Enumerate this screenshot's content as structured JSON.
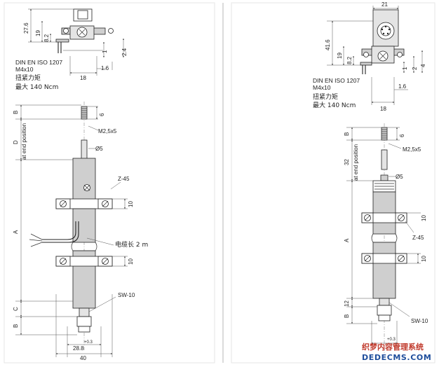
{
  "left_panel": {
    "top_dims": {
      "h1": "27.6",
      "h2": "19",
      "h3": "8.2",
      "h4": "1",
      "h5": "2.4",
      "w1": "18",
      "w2": "1.6"
    },
    "note": {
      "standard": "DIN EN ISO 1207",
      "screw": "M4x10",
      "torque_label": "扭紧力矩",
      "torque_value": "最大 140 Ncm"
    },
    "main_dims": {
      "B_top": "B",
      "D": "D",
      "at_end": "at end position",
      "A": "A",
      "C": "C",
      "B_bottom": "B",
      "tip_6": "6",
      "thread": "M2,5x5",
      "dia": "Ø5",
      "clamp": "Z-45",
      "ten1": "10",
      "ten2": "10",
      "cable": "电缆长 2 m",
      "wrench": "SW-10",
      "tol": "+0.3",
      "w_28": "28.8",
      "w_40": "40"
    }
  },
  "right_panel": {
    "top_dims": {
      "w21": "21",
      "h1": "41.6",
      "h2": "19",
      "h3": "8.2",
      "h4": "1",
      "h5": "2",
      "h6": "4",
      "w1": "18",
      "w2": "1.6"
    },
    "note": {
      "standard": "DIN EN ISO 1207",
      "screw": "M4x10",
      "torque_label": "扭紧力矩",
      "torque_value": "最大 140 Ncm"
    },
    "main_dims": {
      "B_top": "B",
      "d32": "32",
      "at_end": "at end position",
      "A": "A",
      "d12": "12",
      "B_bottom": "B",
      "tip_6": "6",
      "thread": "M2,5x5",
      "dia": "Ø5",
      "clamp": "Z-45",
      "ten1": "10",
      "ten2": "10",
      "wrench": "SW-10",
      "tol": "+0.3"
    }
  },
  "watermark": {
    "line1": "织梦内容管理系统",
    "line2": "DEDECMS.COM"
  }
}
